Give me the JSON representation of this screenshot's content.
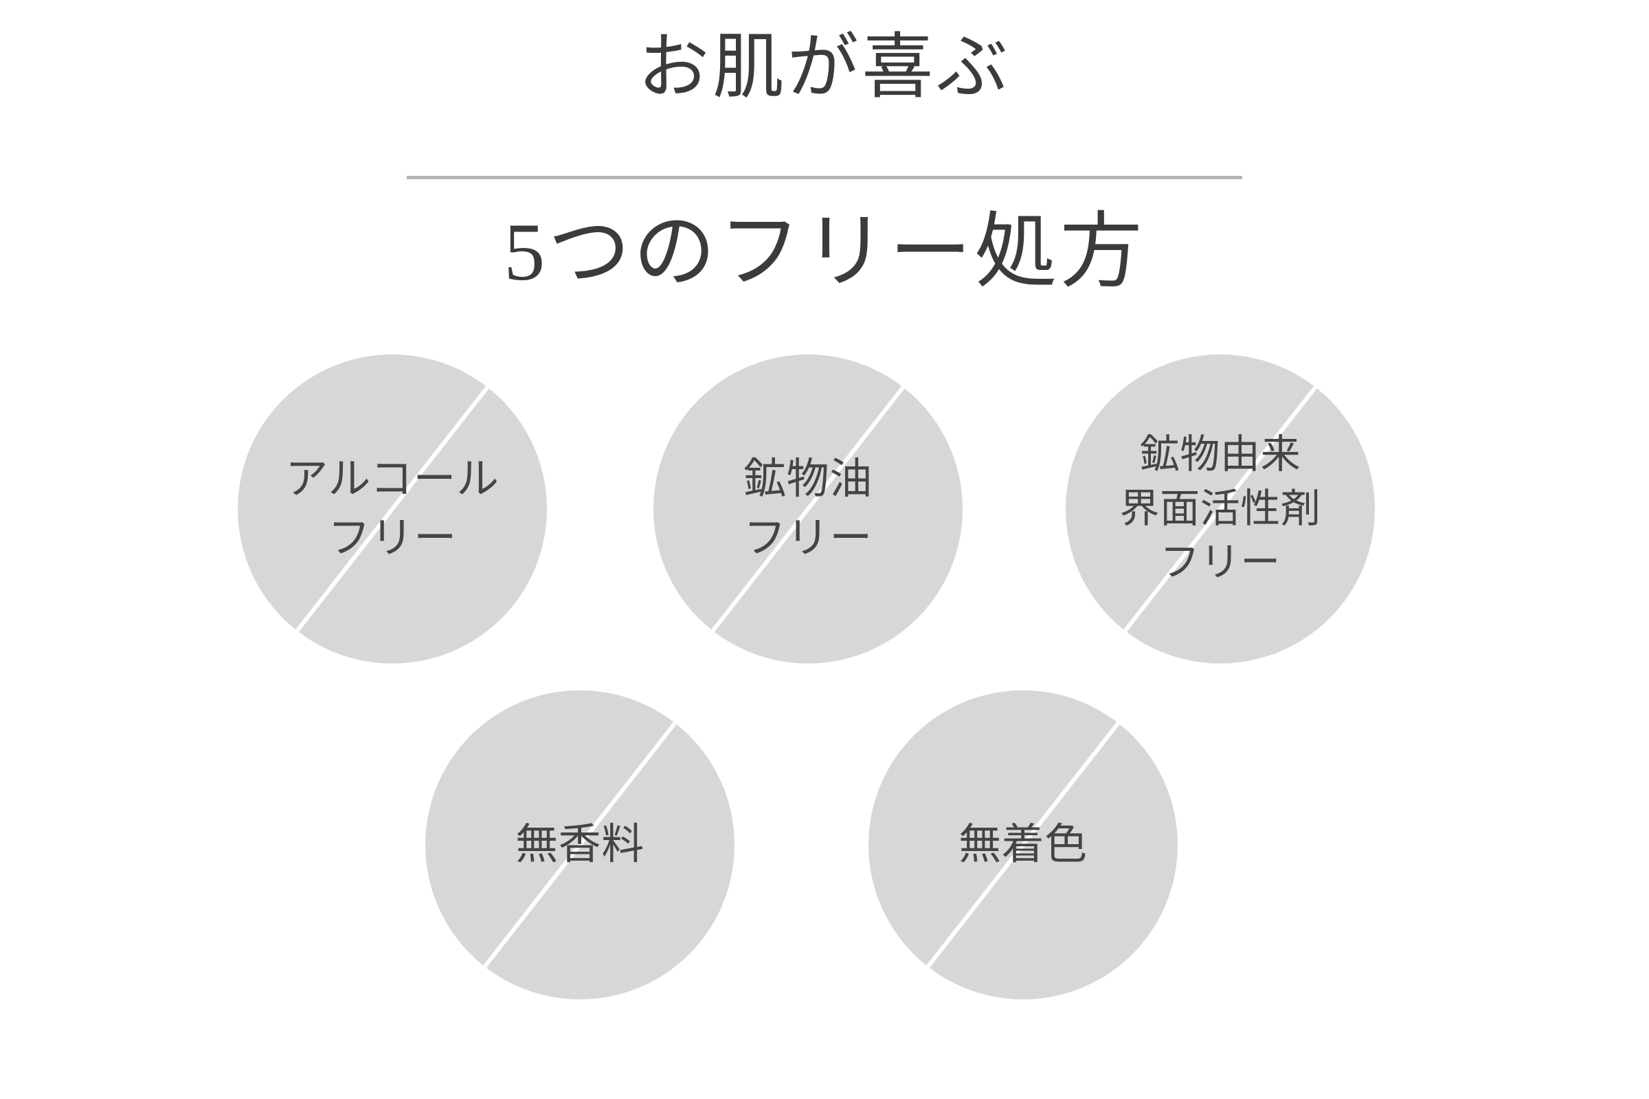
{
  "page": {
    "background_color": "#ffffff",
    "text_color": "#3b3b3b",
    "circle_fill_color": "#d7d7d7",
    "circle_text_color": "#444444",
    "divider_color": "#b4b4b4"
  },
  "header": {
    "title": "お肌が喜ぶ",
    "subtitle": "5つのフリー処方"
  },
  "circles": [
    {
      "id": "alcohol",
      "label": "アルコール\nフリー",
      "lines": [
        "アルコール",
        "フリー"
      ],
      "slash_icon": "no-slash-icon"
    },
    {
      "id": "mineral-oil",
      "label": "鉱物油\nフリー",
      "lines": [
        "鉱物油",
        "フリー"
      ],
      "slash_icon": "no-slash-icon"
    },
    {
      "id": "mineral-surfactant",
      "label": "鉱物由来\n界面活性剤\nフリー",
      "lines": [
        "鉱物由来",
        "界面活性剤",
        "フリー"
      ],
      "slash_icon": "no-slash-icon"
    },
    {
      "id": "fragrance-free",
      "label": "無香料",
      "lines": [
        "無香料"
      ],
      "slash_icon": "no-slash-icon"
    },
    {
      "id": "colorant-free",
      "label": "無着色",
      "lines": [
        "無着色"
      ],
      "slash_icon": "no-slash-icon"
    }
  ]
}
